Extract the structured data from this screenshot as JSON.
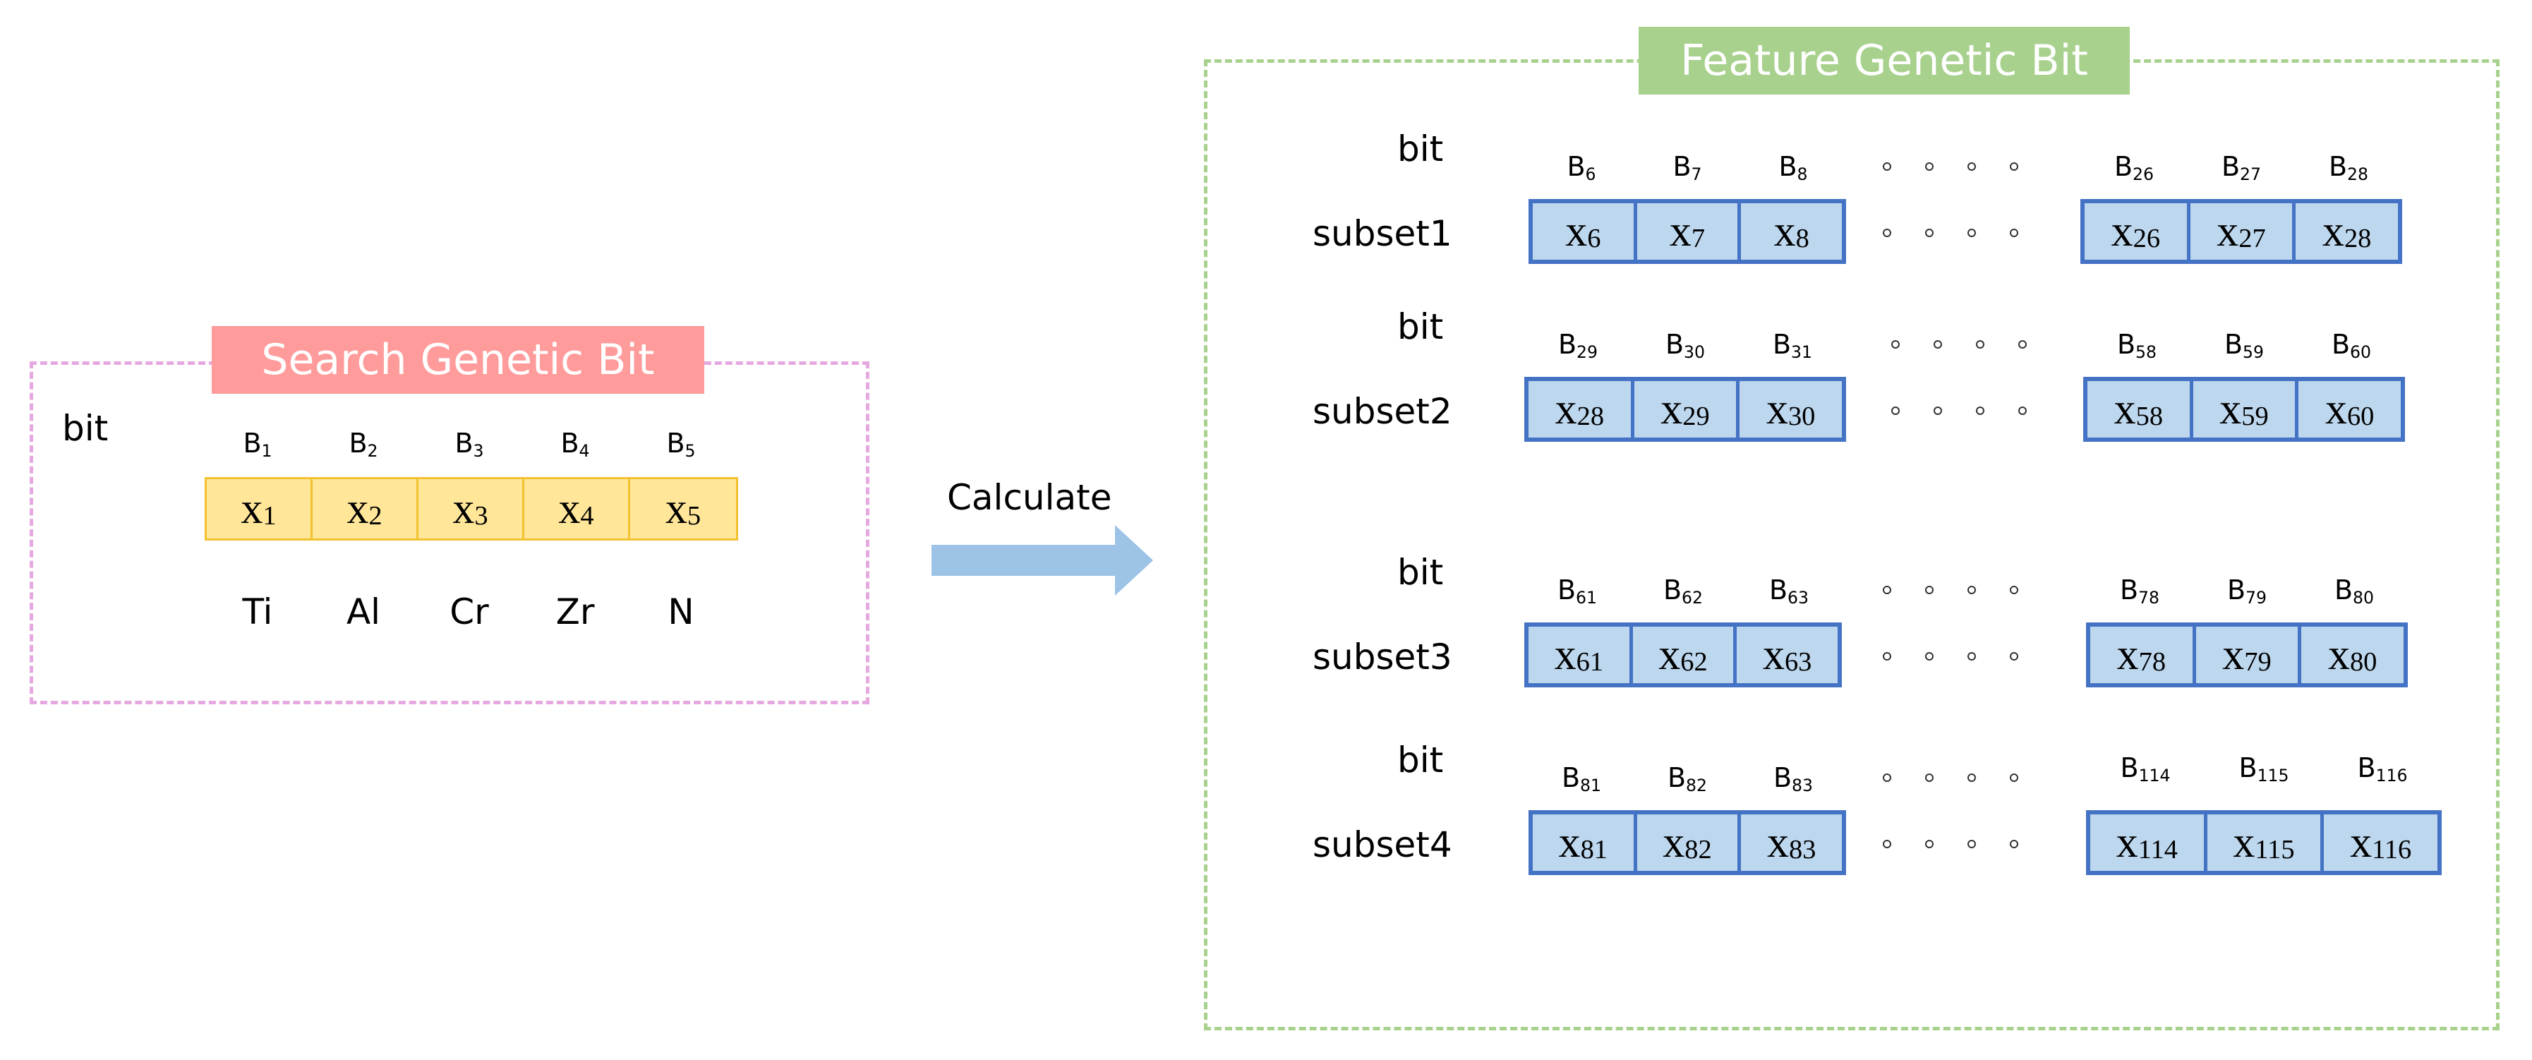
{
  "search": {
    "title": "Search Genetic Bit",
    "bit_label": "bit",
    "bits": [
      {
        "b": "B",
        "bs": "1",
        "x": "x",
        "xs": "1",
        "elem": "Ti"
      },
      {
        "b": "B",
        "bs": "2",
        "x": "x",
        "xs": "2",
        "elem": "Al"
      },
      {
        "b": "B",
        "bs": "3",
        "x": "x",
        "xs": "3",
        "elem": "Cr"
      },
      {
        "b": "B",
        "bs": "4",
        "x": "x",
        "xs": "4",
        "elem": "Zr"
      },
      {
        "b": "B",
        "bs": "5",
        "x": "x",
        "xs": "5",
        "elem": "N"
      }
    ]
  },
  "arrow": {
    "label": "Calculate"
  },
  "feature": {
    "title": "Feature Genetic Bit",
    "subsets": [
      {
        "name": "subset1",
        "bit_label": "bit",
        "left_b": [
          "6",
          "7",
          "8"
        ],
        "left_x": [
          "6",
          "7",
          "8"
        ],
        "right_b": [
          "26",
          "27",
          "28"
        ],
        "right_x": [
          "26",
          "27",
          "28"
        ]
      },
      {
        "name": "subset2",
        "bit_label": "bit",
        "left_b": [
          "29",
          "30",
          "31"
        ],
        "left_x": [
          "28",
          "29",
          "30"
        ],
        "right_b": [
          "58",
          "59",
          "60"
        ],
        "right_x": [
          "58",
          "59",
          "60"
        ]
      },
      {
        "name": "subset3",
        "bit_label": "bit",
        "left_b": [
          "61",
          "62",
          "63"
        ],
        "left_x": [
          "61",
          "62",
          "63"
        ],
        "right_b": [
          "78",
          "79",
          "80"
        ],
        "right_x": [
          "78",
          "79",
          "80"
        ]
      },
      {
        "name": "subset4",
        "bit_label": "bit",
        "left_b": [
          "81",
          "82",
          "83"
        ],
        "left_x": [
          "81",
          "82",
          "83"
        ],
        "right_b": [
          "114",
          "115",
          "116"
        ],
        "right_x": [
          "114",
          "115",
          "116"
        ]
      }
    ]
  },
  "colors": {
    "search_border": "#E6A8E0",
    "search_title_bg": "#FF9B9B",
    "feature_border": "#A9D18E",
    "feature_title_bg": "#A9D18E",
    "arrow": "#9DC3E6",
    "cell_blue": "#BDD7EE",
    "cell_yellow": "#FFE699"
  }
}
